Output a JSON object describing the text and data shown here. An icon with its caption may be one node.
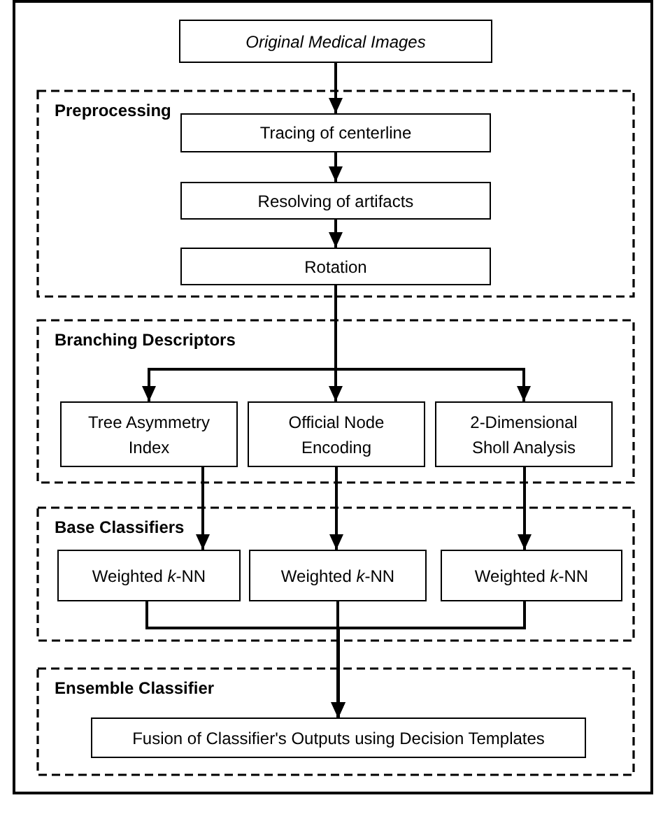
{
  "diagram": {
    "nodes": [
      {
        "text": [
          "Original Medical Images"
        ]
      },
      {
        "text": [
          "Preprocessing"
        ]
      },
      {
        "text": [
          "Tracing of centerline"
        ],
        "in": 1
      },
      {
        "text": [
          "Resolving of artifacts"
        ],
        "in": 1
      },
      {
        "text": [
          "Rotation"
        ],
        "in": 1
      },
      {
        "text": [
          "Branching Descriptors"
        ]
      },
      {
        "text": [
          "Tree Asymmetry Index"
        ],
        "in": 5
      },
      {
        "text": [
          "Official Node Encoding"
        ],
        "in": 5
      },
      {
        "text": [
          "2-Dimensional Sholl Analysis"
        ],
        "in": 5
      },
      {
        "text": [
          "Base Classifiers"
        ]
      },
      {
        "text": [
          "Weighted *k*-NN"
        ],
        "in": 9
      },
      {
        "text": [
          "Weighted *k*-NN"
        ],
        "in": 9
      },
      {
        "text": [
          "Weighted *k*-NN"
        ],
        "in": 9
      },
      {
        "text": [
          "Ensemble Classifier"
        ]
      },
      {
        "text": [
          "Fusion of Classifier's Outputs using Decision Templates"
        ],
        "in": 13
      }
    ],
    "edges": [
      {
        "from": 0,
        "to": 2,
        "arrow": "to"
      },
      {
        "from": 2,
        "to": 3,
        "arrow": "to"
      },
      {
        "from": 3,
        "to": 4,
        "arrow": "to"
      },
      {
        "from": 4,
        "to": 6,
        "arrow": "to"
      },
      {
        "from": 4,
        "to": 7,
        "arrow": "to"
      },
      {
        "from": 4,
        "to": 8,
        "arrow": "to"
      },
      {
        "from": 6,
        "to": 10,
        "arrow": "to"
      },
      {
        "from": 7,
        "to": 11,
        "arrow": "to"
      },
      {
        "from": 8,
        "to": 12,
        "arrow": "to"
      },
      {
        "from": 10,
        "to": 14,
        "arrow": "to"
      },
      {
        "from": 11,
        "to": 14,
        "arrow": "to"
      },
      {
        "from": 12,
        "to": 14,
        "arrow": "to"
      }
    ]
  }
}
